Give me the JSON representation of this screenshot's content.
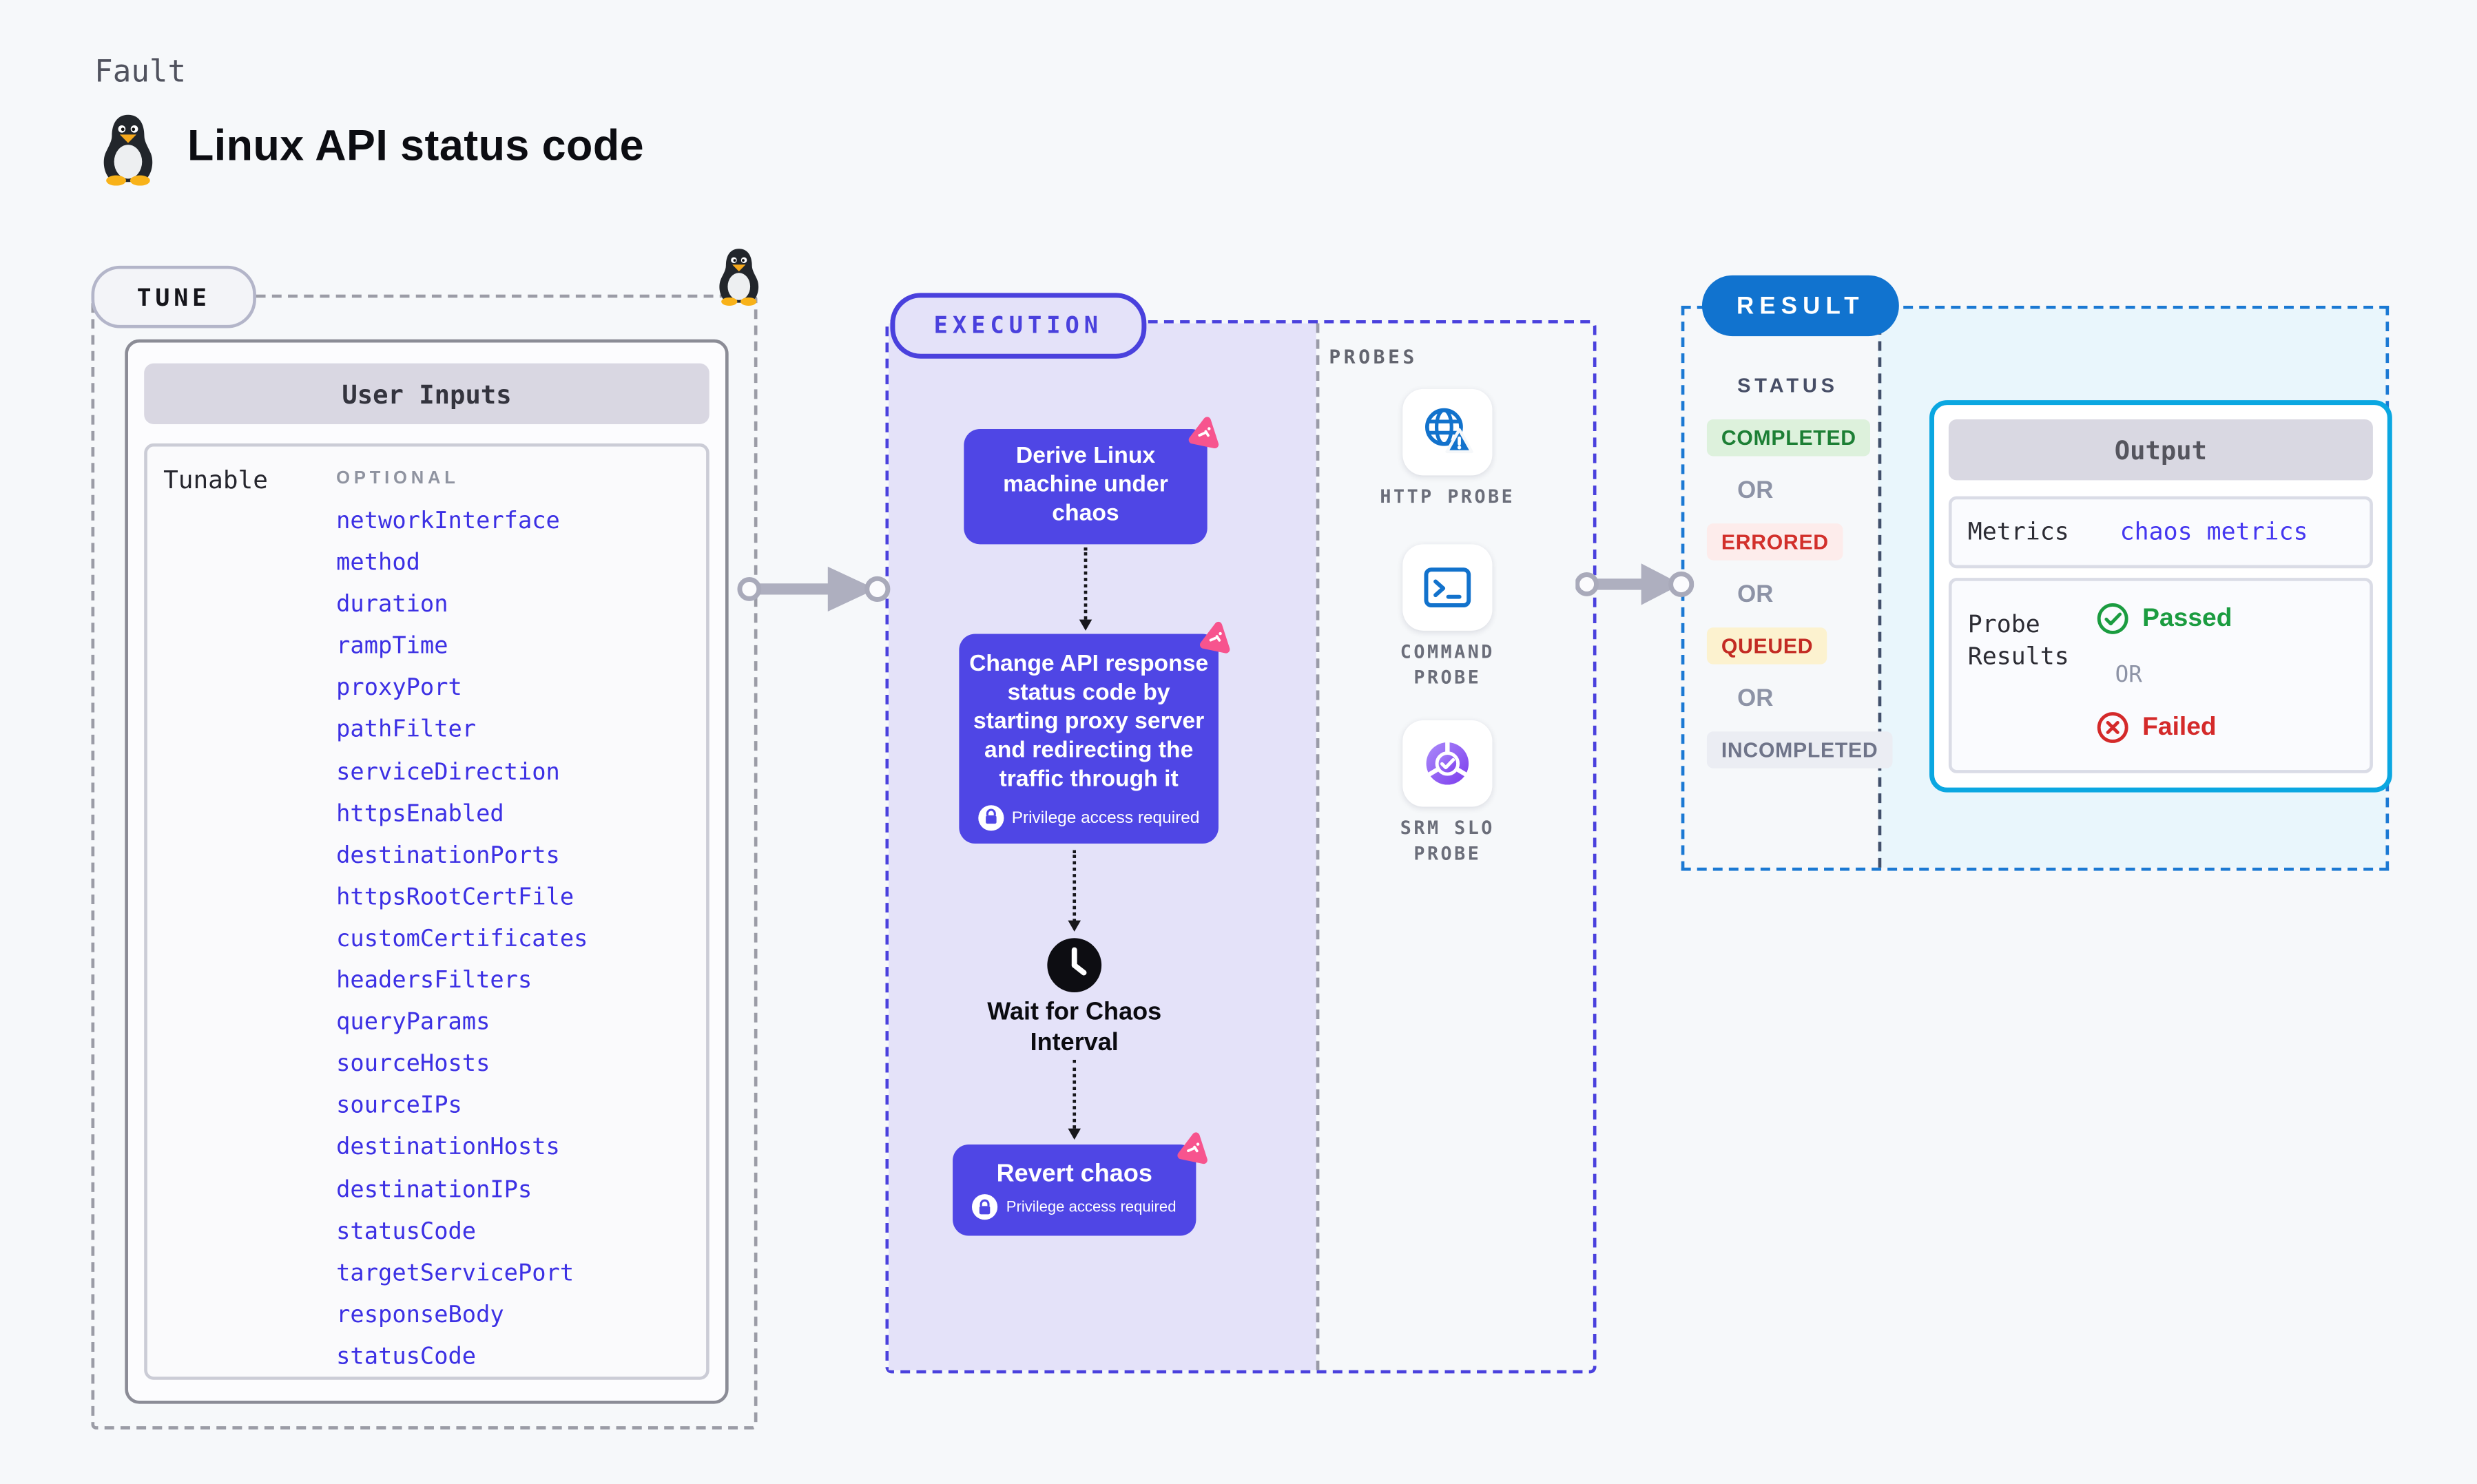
{
  "page": {
    "eyebrow": "Fault",
    "title": "Linux API status code"
  },
  "colors": {
    "accent_indigo": "#4f46e5",
    "accent_blue": "#1173cf",
    "accent_cyan": "#0ba7e1",
    "link_blue": "#3c30e4",
    "logo_pink": "#f7548e",
    "probe_icon_blue": "#1272cc"
  },
  "tune": {
    "pill_label": "TUNE",
    "table_header": "User Inputs",
    "row_label": "Tunable",
    "optional_label": "OPTIONAL",
    "tunables": [
      "networkInterface",
      "method",
      "duration",
      "rampTime",
      "proxyPort",
      "pathFilter",
      "serviceDirection",
      "httpsEnabled",
      "destinationPorts",
      "httpsRootCertFile",
      "customCertificates",
      "headersFilters",
      "queryParams",
      "sourceHosts",
      "sourceIPs",
      "destinationHosts",
      "destinationIPs",
      "statusCode",
      "targetServicePort",
      "responseBody",
      "statusCode"
    ]
  },
  "execution": {
    "pill_label": "EXECUTION",
    "steps": [
      {
        "label": "Derive Linux machine under chaos"
      },
      {
        "label": "Change API response status code by starting proxy server and redirecting the traffic through it",
        "privilege_label": "Privilege access required"
      },
      {
        "label": "Wait for Chaos Interval"
      },
      {
        "label": "Revert chaos",
        "privilege_label": "Privilege access required"
      }
    ]
  },
  "probes": {
    "section_label": "PROBES",
    "items": [
      {
        "label": "HTTP PROBE",
        "icon": "http-probe-icon"
      },
      {
        "label": "COMMAND PROBE",
        "icon": "command-probe-icon"
      },
      {
        "label": "SRM SLO PROBE",
        "icon": "srm-slo-probe-icon"
      }
    ]
  },
  "result": {
    "pill_label": "RESULT",
    "status_label": "STATUS",
    "or_label": "OR",
    "statuses": [
      {
        "label": "COMPLETED",
        "fg": "#1d7f35",
        "bg": "#ddf1dc"
      },
      {
        "label": "ERRORED",
        "fg": "#d2302b",
        "bg": "#fdeceb"
      },
      {
        "label": "QUEUED",
        "fg": "#c32b23",
        "bg": "#fcf2cf"
      },
      {
        "label": "INCOMPLETED",
        "fg": "#6f7489",
        "bg": "#ebedf3"
      }
    ],
    "output": {
      "header": "Output",
      "metrics_label": "Metrics",
      "metrics_value": "chaos metrics",
      "probe_results_label": "Probe Results",
      "passed_label": "Passed",
      "or_label": "OR",
      "failed_label": "Failed"
    }
  }
}
